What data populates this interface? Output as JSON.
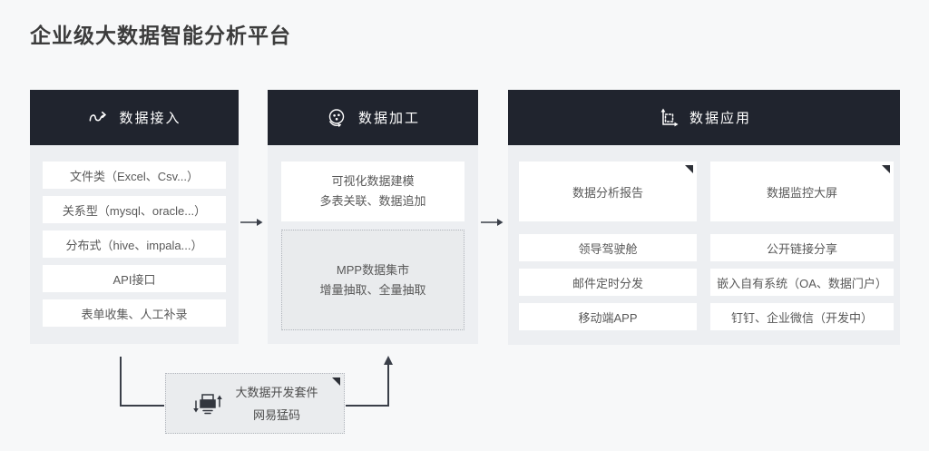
{
  "title": "企业级大数据智能分析平台",
  "colors": {
    "header_bg": "#20242e",
    "header_text": "#ffffff",
    "panel_bg": "#edeff2",
    "page_bg": "#f7f8f9",
    "card_bg": "#ffffff",
    "dashed_card_bg": "#e9ebed",
    "connector": "#3a3f49",
    "corner_marker": "#2c2f36"
  },
  "access": {
    "header": "数据接入",
    "icon": "flow-squiggle-icon",
    "items": [
      "文件类（Excel、Csv...）",
      "关系型（mysql、oracle...）",
      "分布式（hive、impala...）",
      "API接口",
      "表单收集、人工补录"
    ]
  },
  "processing": {
    "header": "数据加工",
    "icon": "process-cycle-icon",
    "modeling": {
      "line1": "可视化数据建模",
      "line2": "多表关联、数据追加"
    },
    "mpp": {
      "line1": "MPP数据集市",
      "line2": "增量抽取、全量抽取"
    }
  },
  "application": {
    "header": "数据应用",
    "icon": "chart-axes-icon",
    "left": [
      "数据分析报告",
      "领导驾驶舱",
      "邮件定时分发",
      "移动端APP"
    ],
    "right": [
      "数据监控大屏",
      "公开链接分享",
      "嵌入自有系统（OA、数据门户）",
      "钉钉、企业微信（开发中）"
    ]
  },
  "dev_suite": {
    "icon": "dev-suite-icon",
    "line1": "大数据开发套件",
    "line2": "网易猛码"
  }
}
